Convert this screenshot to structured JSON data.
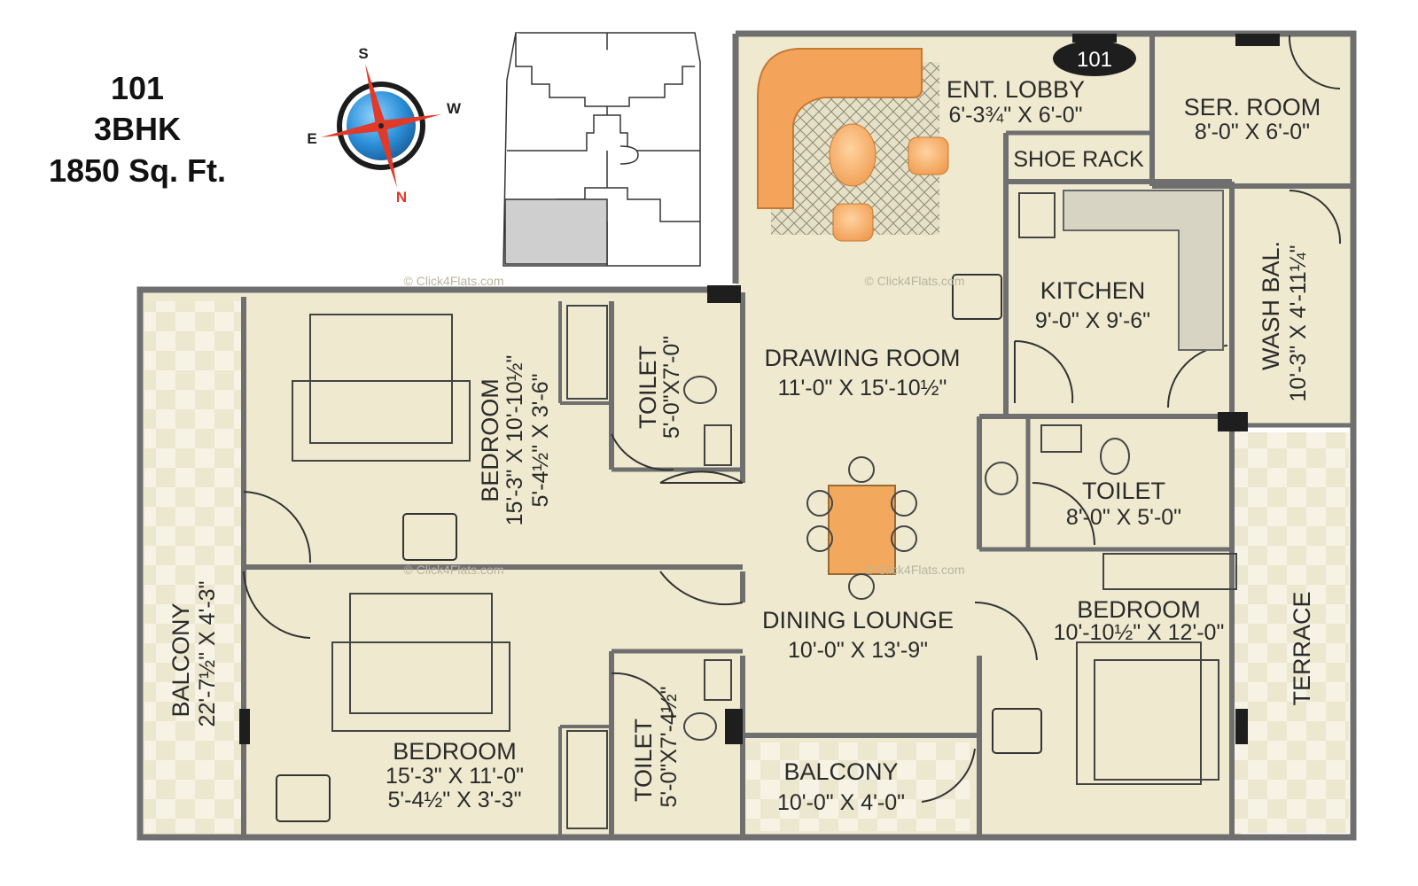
{
  "unit": {
    "number": "101",
    "type": "3BHK",
    "area": "1850 Sq. Ft."
  },
  "badge": "101",
  "compass": {
    "s": "S",
    "w": "W",
    "e": "E",
    "n": "N"
  },
  "watermark": "© Click4Flats.com",
  "rooms": {
    "ent_lobby": {
      "name": "ENT. LOBBY",
      "dim": "6'-3¾\" X 6'-0\""
    },
    "ser_room": {
      "name": "SER. ROOM",
      "dim": "8'-0\" X 6'-0\""
    },
    "shoe_rack": {
      "name": "SHOE RACK"
    },
    "kitchen": {
      "name": "KITCHEN",
      "dim": "9'-0\" X 9'-6\""
    },
    "wash_bal": {
      "name": "WASH BAL.",
      "dim": "10'-3\" X 4'-11¼\""
    },
    "drawing_room": {
      "name": "DRAWING ROOM",
      "dim": "11'-0\" X 15'-10½\""
    },
    "bedroom_1": {
      "name": "BEDROOM",
      "dim": "15'-3\" X 10'-10½\"",
      "dim2": "5'-4½\" X 3'-6\""
    },
    "toilet_1": {
      "name": "TOILET",
      "dim": "5'-0\"X7'-0\""
    },
    "toilet_2": {
      "name": "TOILET",
      "dim": "8'-0\" X 5'-0\""
    },
    "dining_lounge": {
      "name": "DINING LOUNGE",
      "dim": "10'-0\" X 13'-9\""
    },
    "bedroom_3": {
      "name": "BEDROOM",
      "dim": "10'-10½\" X 12'-0\""
    },
    "terrace": {
      "name": "TERRACE"
    },
    "balcony_1": {
      "name": "BALCONY",
      "dim": "22'-7½\" X 4'-3\""
    },
    "bedroom_2": {
      "name": "BEDROOM",
      "dim": "15'-3\" X 11'-0\"",
      "dim2": "5'-4½\" X 3'-3\""
    },
    "toilet_3": {
      "name": "TOILET",
      "dim": "5'-0\"X7'-4½\""
    },
    "balcony_2": {
      "name": "BALCONY",
      "dim": "10'-0\" X 4'-0\""
    }
  },
  "colors": {
    "floor": "#efe9cf",
    "wall": "#6f6f6f",
    "balcony_tile": "#f3efd9",
    "furniture": "#f0a35a",
    "compass_blue": "#2d8fd8",
    "compass_red": "#e03a2a"
  }
}
